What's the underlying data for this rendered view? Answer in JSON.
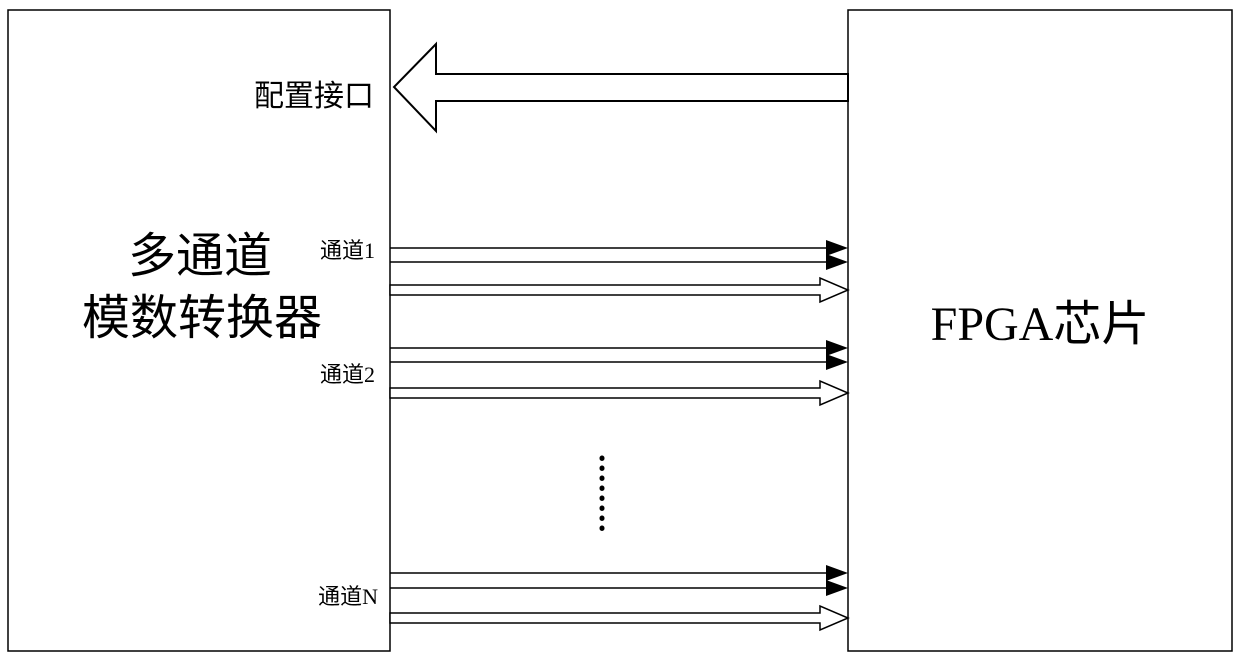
{
  "diagram": {
    "left_block": {
      "title_line1": "多通道",
      "title_line2": "模数转换器"
    },
    "right_block": {
      "title": "FPGA芯片"
    },
    "config_interface_label": "配置接口",
    "channels": [
      {
        "label": "通道1"
      },
      {
        "label": "通道2"
      },
      {
        "label": "通道N"
      }
    ],
    "colors": {
      "line": "#000000",
      "fill": "#ffffff"
    }
  }
}
